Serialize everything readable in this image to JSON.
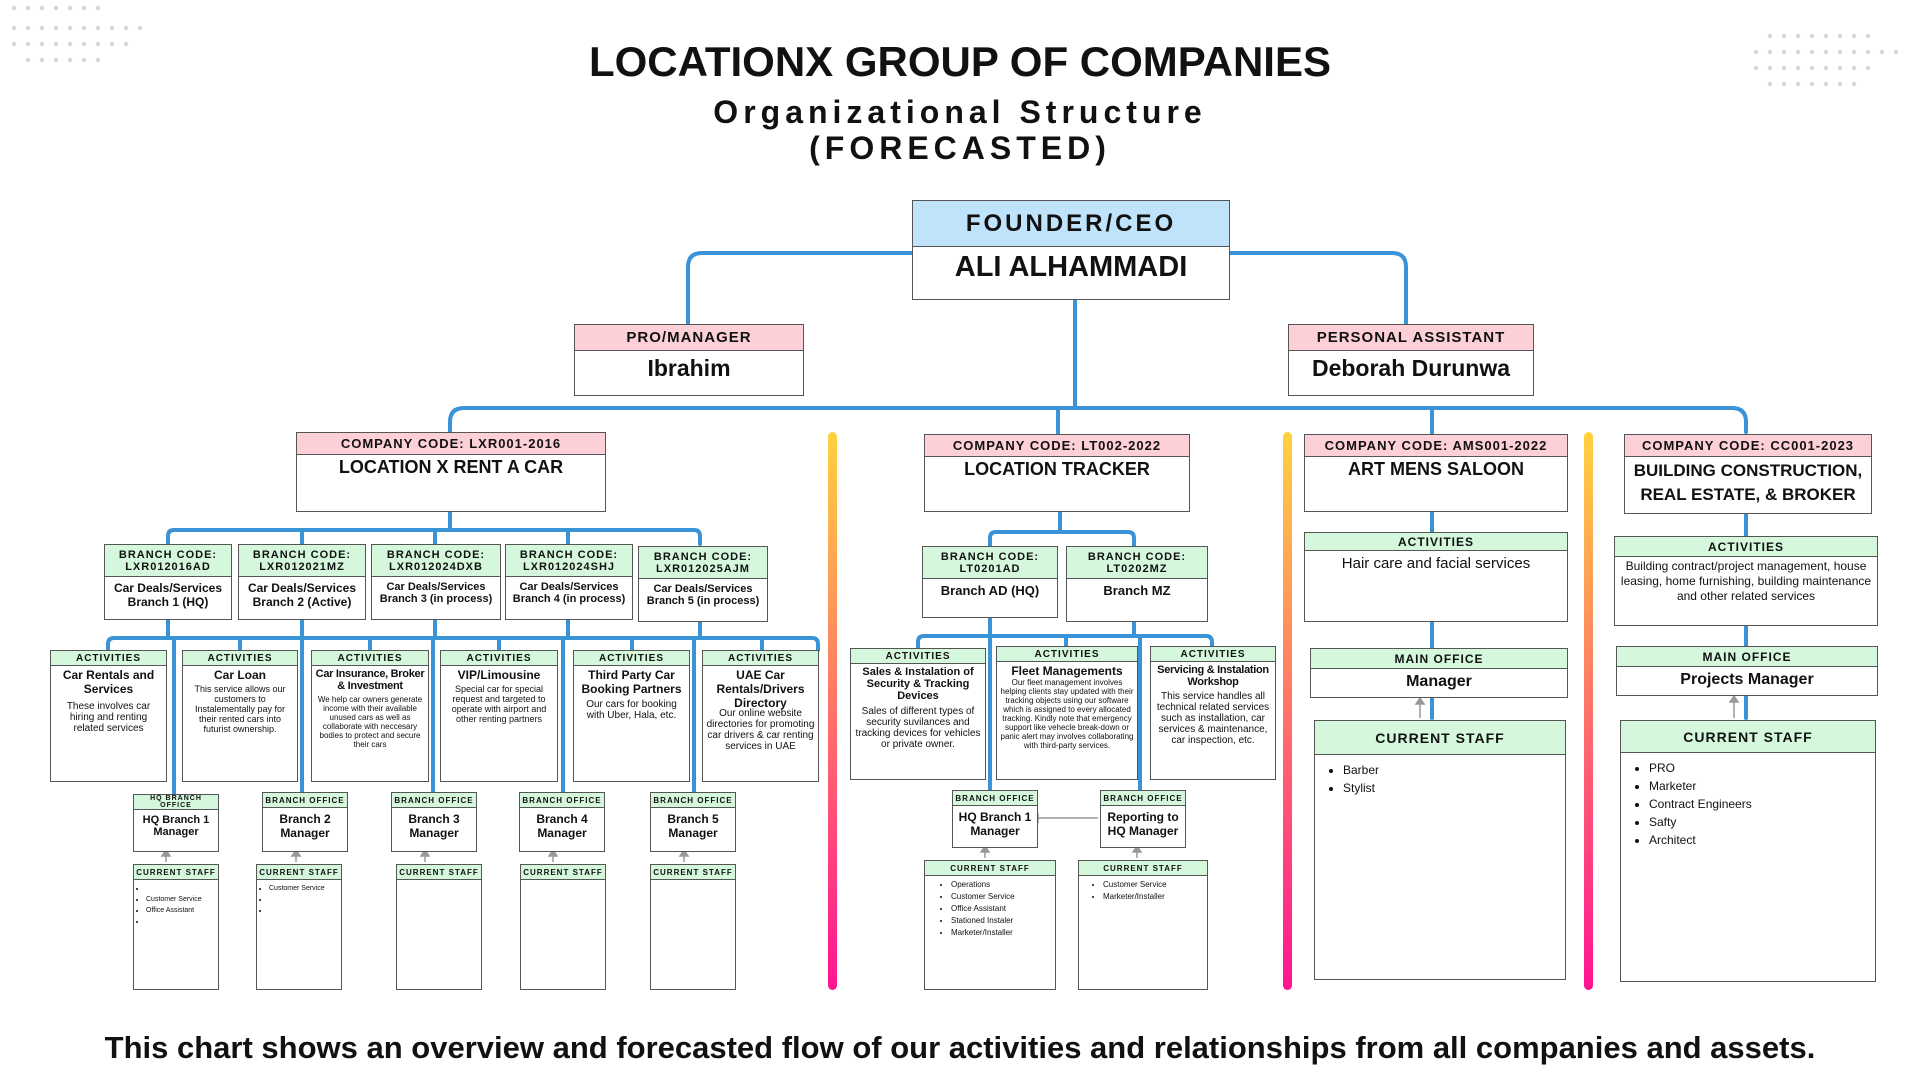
{
  "title": "LOCATIONX GROUP OF COMPANIES",
  "subtitle": "Organizational Structure",
  "subtitle2": "(FORECASTED)",
  "footer": "This chart shows an overview and forecasted flow of our activities and relationships from all companies and assets.",
  "colors": {
    "line": "#3a93d6",
    "pink": "#fcd0d6",
    "green": "#d5f7dc",
    "blue": "#bfe3fb",
    "bar_top": "#ffd23f",
    "bar_bottom": "#ff1493"
  },
  "ceo": {
    "role": "FOUNDER/CEO",
    "name": "ALI ALHAMMADI"
  },
  "manager": {
    "role": "PRO/MANAGER",
    "name": "Ibrahim"
  },
  "assistant": {
    "role": "PERSONAL ASSISTANT",
    "name": "Deborah Durunwa"
  },
  "lxr": {
    "code": "COMPANY CODE: LXR001-2016",
    "name": "LOCATION X RENT A CAR",
    "branches": [
      {
        "code": "BRANCH CODE: LXR012016AD",
        "desc": "Car Deals/Services Branch 1 (HQ)"
      },
      {
        "code": "BRANCH CODE: LXR012021MZ",
        "desc": "Car Deals/Services Branch 2 (Active)"
      },
      {
        "code": "BRANCH CODE: LXR012024DXB",
        "desc": "Car Deals/Services Branch 3 (in process)"
      },
      {
        "code": "BRANCH CODE: LXR012024SHJ",
        "desc": "Car Deals/Services Branch 4  (in process)"
      },
      {
        "code": "BRANCH CODE: LXR012025AJM",
        "desc": "Car Deals/Services Branch 5 (in process)"
      }
    ],
    "activities": [
      {
        "label": "ACTIVITIES",
        "title": "Car Rentals and Services",
        "text": "These involves car hiring and renting related services"
      },
      {
        "label": "ACTIVITIES",
        "title": "Car Loan",
        "text": "This service allows our customers to Instalementally pay for their rented cars into futurist ownership."
      },
      {
        "label": "ACTIVITIES",
        "title": "Car Insurance, Broker & Investment",
        "text": "We help car owners generate income with their available unused cars as well as collaborate with neccesary bodies to protect and secure their cars"
      },
      {
        "label": "ACTIVITIES",
        "title": "VIP/Limousine",
        "text": "Special car for special request and targeted to operate with airport and other renting partners"
      },
      {
        "label": "ACTIVITIES",
        "title": "Third Party Car Booking Partners",
        "text": "Our cars for booking with Uber, Hala, etc."
      },
      {
        "label": "ACTIVITIES",
        "title": "UAE Car Rentals/Drivers Directory",
        "text": "Our online website directories for promoting car drivers & car renting services in UAE"
      }
    ],
    "offices": [
      {
        "label": "HQ BRANCH OFFICE",
        "name": "HQ Branch 1 Manager"
      },
      {
        "label": "BRANCH OFFICE",
        "name": "Branch 2 Manager"
      },
      {
        "label": "BRANCH OFFICE",
        "name": "Branch 3 Manager"
      },
      {
        "label": "BRANCH OFFICE",
        "name": "Branch 4 Manager"
      },
      {
        "label": "BRANCH OFFICE",
        "name": "Branch 5 Manager"
      }
    ],
    "staff": [
      {
        "label": "CURRENT STAFF",
        "items": [
          "",
          "Customer Service",
          "Office Assistant",
          ""
        ]
      },
      {
        "label": "CURRENT STAFF",
        "items": [
          "Customer Service",
          "",
          ""
        ]
      },
      {
        "label": "CURRENT STAFF",
        "items": []
      },
      {
        "label": "CURRENT STAFF",
        "items": []
      },
      {
        "label": "CURRENT STAFF",
        "items": []
      }
    ]
  },
  "lt": {
    "code": "COMPANY CODE: LT002-2022",
    "name": "LOCATION TRACKER",
    "branches": [
      {
        "code": "BRANCH CODE: LT0201AD",
        "desc": "Branch AD (HQ)"
      },
      {
        "code": "BRANCH CODE: LT0202MZ",
        "desc": "Branch MZ"
      }
    ],
    "activities": [
      {
        "label": "ACTIVITIES",
        "title": "Sales & Instalation of Security & Tracking Devices",
        "text": "Sales of different types of security suvilances and tracking devices for vehicles or private owner."
      },
      {
        "label": "ACTIVITIES",
        "title": "Fleet Managements",
        "text": "Our fleet management involves helping clients stay updated with their tracking objects using our software which is assigned to every allocated tracking. Kindly note that emergency support like vehecle break-down or panic alert may involves  collaborating with third-party services."
      },
      {
        "label": "ACTIVITIES",
        "title": "Servicing & Instalation Workshop",
        "text": "This service handles all technical related services such as installation, car services & maintenance, car inspection, etc."
      }
    ],
    "offices": [
      {
        "label": "BRANCH OFFICE",
        "name": "HQ Branch 1 Manager"
      },
      {
        "label": "BRANCH OFFICE",
        "name": "Reporting to HQ Manager"
      }
    ],
    "staff": [
      {
        "label": "CURRENT STAFF",
        "items": [
          "Operations",
          "Customer Service",
          "Office Assistant",
          "Stationed Instaler",
          "Marketer/Installer"
        ]
      },
      {
        "label": "CURRENT STAFF",
        "items": [
          "Customer Service",
          "Marketer/Installer"
        ]
      }
    ]
  },
  "ams": {
    "code": "COMPANY CODE: AMS001-2022",
    "name": "ART MENS SALOON",
    "activities_label": "ACTIVITIES",
    "activities_text": "Hair care and facial services",
    "office_label": "MAIN OFFICE",
    "office_name": "Manager",
    "staff_label": "CURRENT STAFF",
    "staff": [
      "Barber",
      "Stylist"
    ]
  },
  "cc": {
    "code": "COMPANY CODE: CC001-2023",
    "name": "BUILDING CONSTRUCTION, REAL ESTATE, & BROKER",
    "activities_label": "ACTIVITIES",
    "activities_text": "Building contract/project management, house leasing, home furnishing, building maintenance and other related services",
    "office_label": "MAIN OFFICE",
    "office_name": "Projects Manager",
    "staff_label": "CURRENT STAFF",
    "staff": [
      "PRO",
      "Marketer",
      "",
      "",
      "Contract Engineers",
      "Safty",
      "Architect"
    ]
  }
}
